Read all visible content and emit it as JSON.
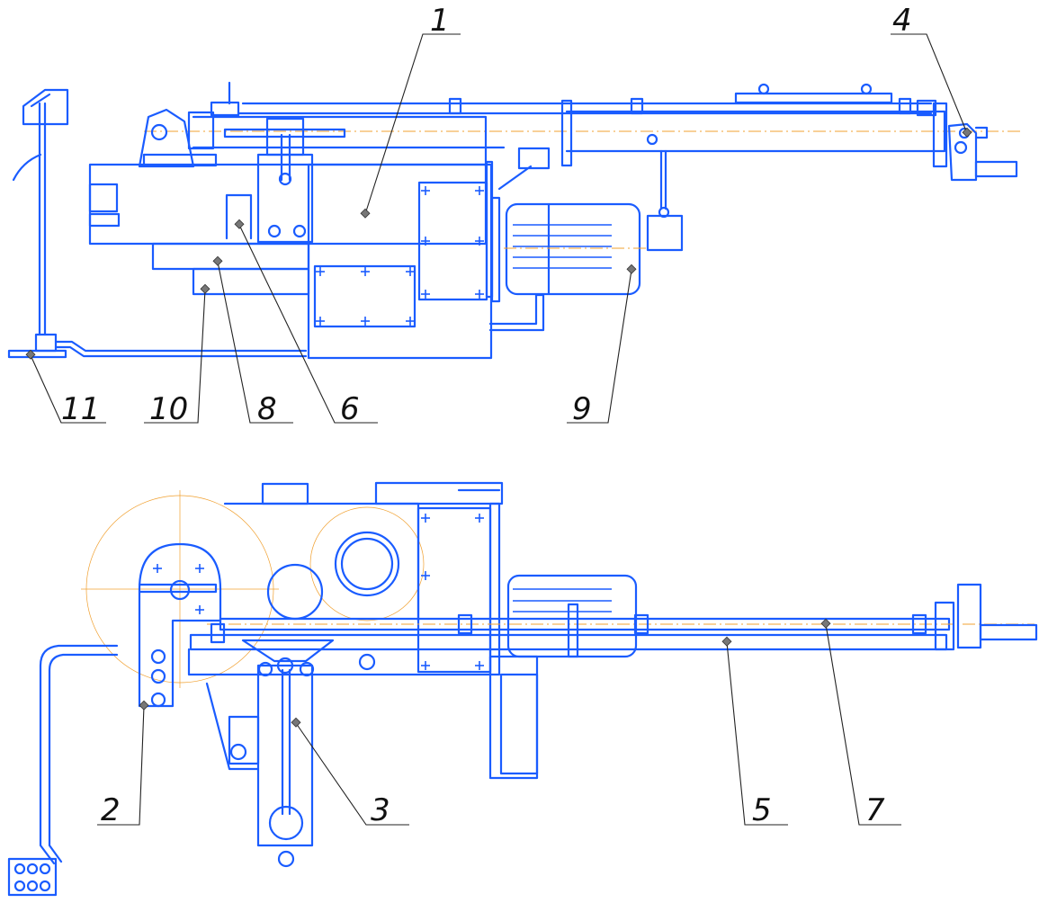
{
  "diagram": {
    "colors": {
      "outline": "#1a5cff",
      "centerline": "#f0a030",
      "leader": "#222222",
      "label": "#111111"
    },
    "callouts": [
      "1",
      "2",
      "3",
      "4",
      "5",
      "6",
      "7",
      "8",
      "9",
      "10",
      "11"
    ]
  }
}
